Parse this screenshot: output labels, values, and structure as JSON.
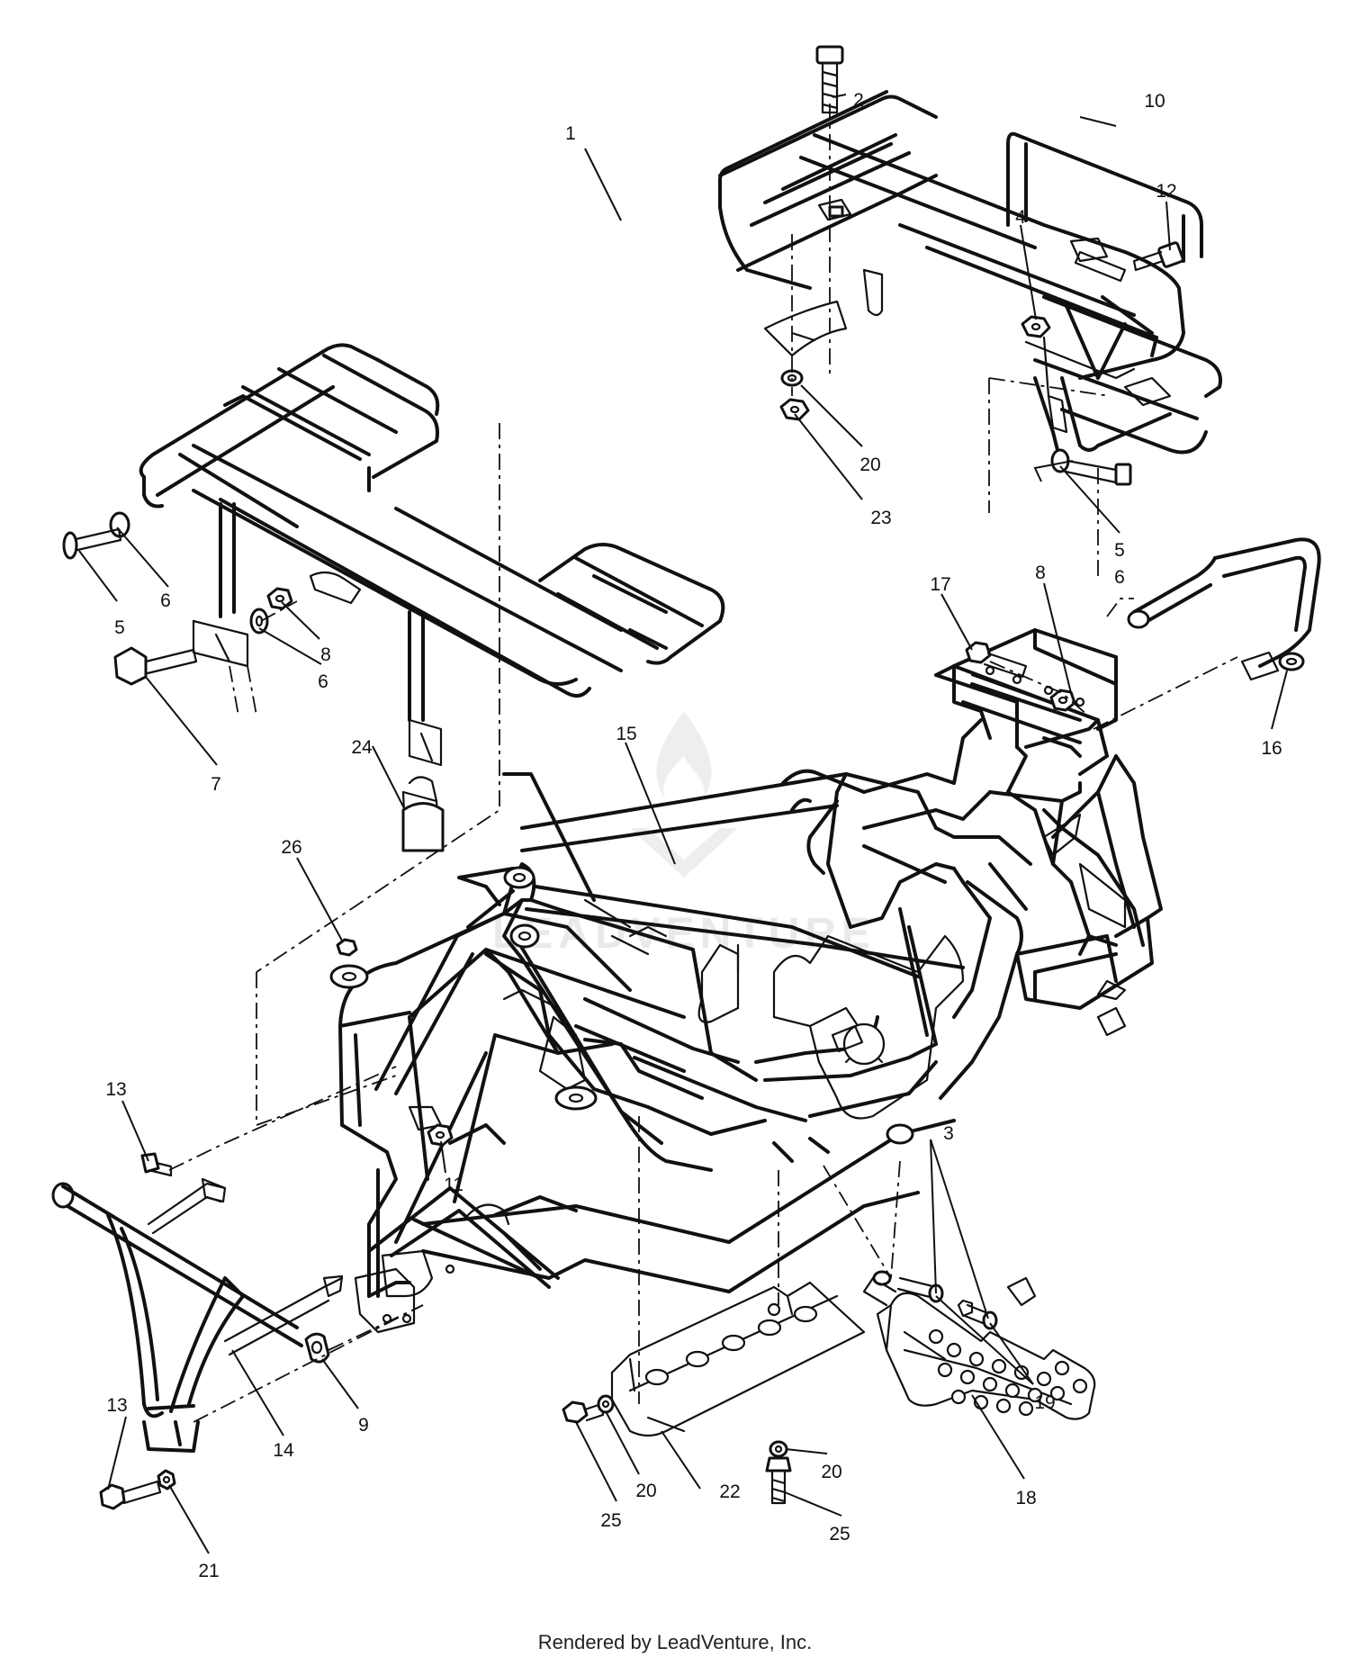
{
  "footer": {
    "text": "Rendered by LeadVenture, Inc."
  },
  "watermark": {
    "text": "LEADVENTURE"
  },
  "callouts": [
    {
      "id": "c-1",
      "label": "1"
    },
    {
      "id": "c-2",
      "label": "2"
    },
    {
      "id": "c-3",
      "label": "3"
    },
    {
      "id": "c-4",
      "label": "4"
    },
    {
      "id": "c-5a",
      "label": "5"
    },
    {
      "id": "c-5b",
      "label": "5"
    },
    {
      "id": "c-6a",
      "label": "6"
    },
    {
      "id": "c-6b",
      "label": "6"
    },
    {
      "id": "c-6c",
      "label": "6"
    },
    {
      "id": "c-7",
      "label": "7"
    },
    {
      "id": "c-8a",
      "label": "8"
    },
    {
      "id": "c-8b",
      "label": "8"
    },
    {
      "id": "c-9",
      "label": "9"
    },
    {
      "id": "c-10",
      "label": "10"
    },
    {
      "id": "c-11",
      "label": "11"
    },
    {
      "id": "c-12",
      "label": "12"
    },
    {
      "id": "c-13a",
      "label": "13"
    },
    {
      "id": "c-13b",
      "label": "13"
    },
    {
      "id": "c-14",
      "label": "14"
    },
    {
      "id": "c-15",
      "label": "15"
    },
    {
      "id": "c-16",
      "label": "16"
    },
    {
      "id": "c-17",
      "label": "17"
    },
    {
      "id": "c-18",
      "label": "18"
    },
    {
      "id": "c-19",
      "label": "19"
    },
    {
      "id": "c-20a",
      "label": "20"
    },
    {
      "id": "c-20b",
      "label": "20"
    },
    {
      "id": "c-20c",
      "label": "20"
    },
    {
      "id": "c-21",
      "label": "21"
    },
    {
      "id": "c-22",
      "label": "22"
    },
    {
      "id": "c-23",
      "label": "23"
    },
    {
      "id": "c-24",
      "label": "24"
    },
    {
      "id": "c-25a",
      "label": "25"
    },
    {
      "id": "c-25b",
      "label": "25"
    },
    {
      "id": "c-26",
      "label": "26"
    }
  ]
}
